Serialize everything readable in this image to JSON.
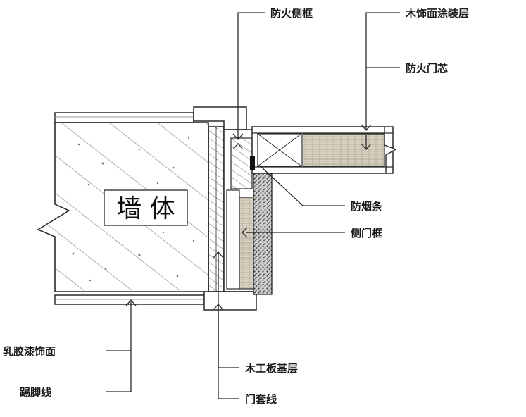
{
  "diagram": {
    "wall_label": "墙 体",
    "labels": {
      "fire_side_frame": "防火侧框",
      "wood_finish_coating": "木饰面涂装层",
      "fire_door_core": "防火门芯",
      "smoke_seal_strip": "防烟条",
      "side_door_frame": "侧门框",
      "latex_paint_finish": "乳胶漆饰面",
      "skirting_line": "踢脚线",
      "wood_board_base": "木工板基层",
      "door_casing_line": "门套线"
    },
    "colors": {
      "line": "#2a2a2a",
      "hatch": "#8a8a8a",
      "stipple": "#555555",
      "wood_grain": "#c9c2b3",
      "background": "#ffffff"
    }
  }
}
